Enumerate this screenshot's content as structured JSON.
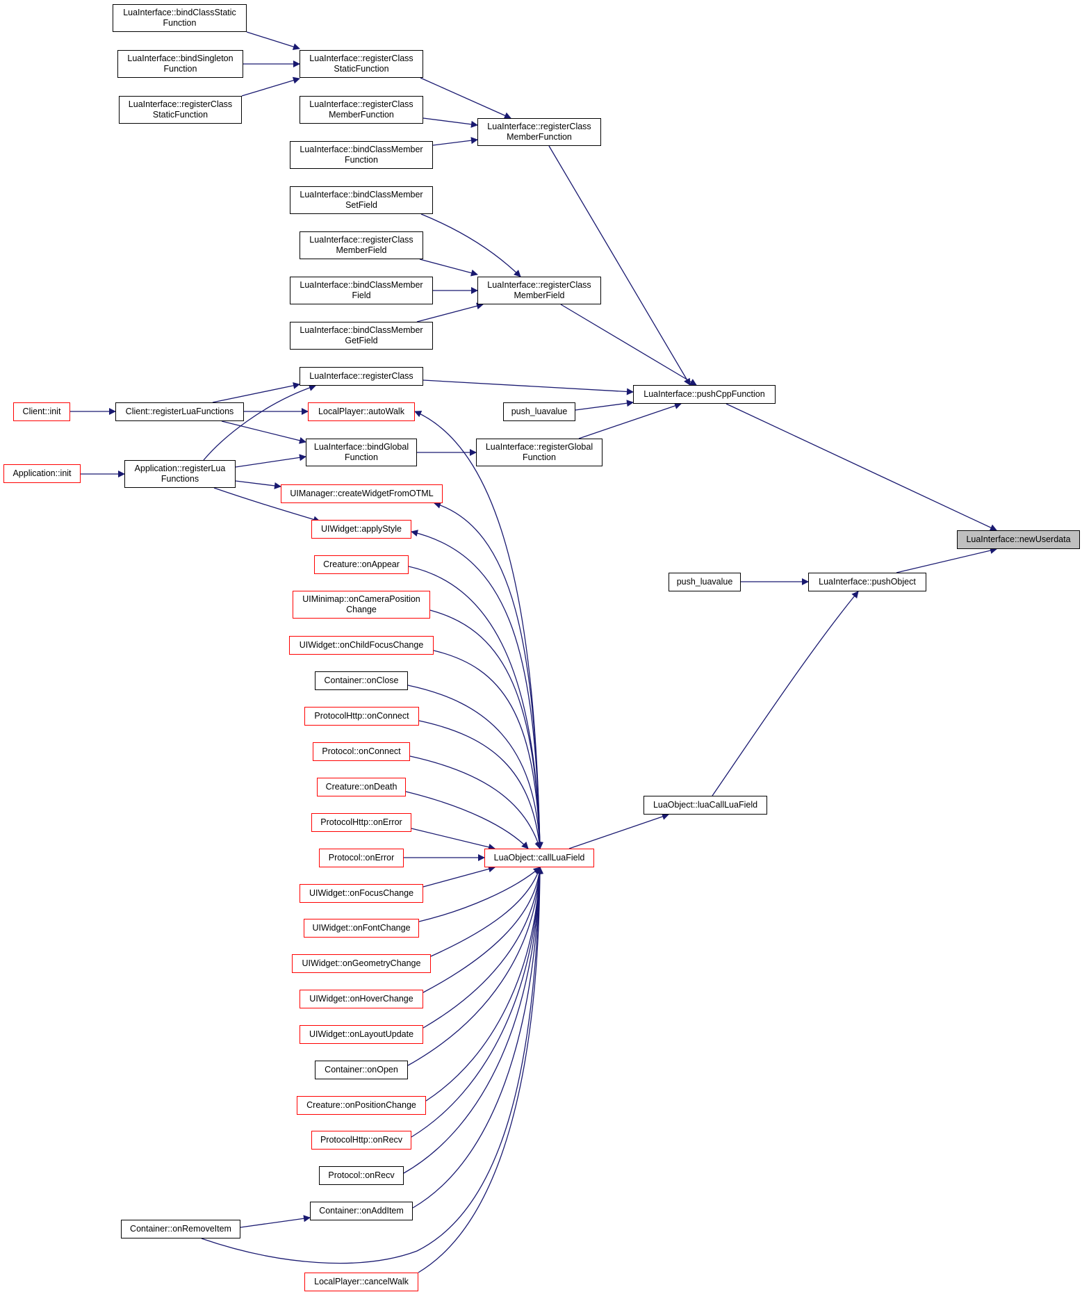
{
  "colors": {
    "edge": "#191970",
    "node_border": "#000000",
    "node_border_incomplete": "#ff0000",
    "focus_fill": "#bfbfbf"
  },
  "nodes": {
    "newUserdata": "LuaInterface::newUserdata",
    "pushCppFunction": "LuaInterface::pushCppFunction",
    "pushObject": "LuaInterface::pushObject",
    "regClassMemberFunction": "LuaInterface::registerClass\nMemberFunction",
    "regClassMemberField": "LuaInterface::registerClass\nMemberField",
    "regClass": "LuaInterface::registerClass",
    "pushLuavalue1": "push_luavalue",
    "regGlobalFunction": "LuaInterface::registerGlobal\nFunction",
    "pushLuavalue2": "push_luavalue",
    "luaCallLuaField": "LuaObject::luaCallLuaField",
    "callLuaField": "LuaObject::callLuaField",
    "regClassStaticFunction": "LuaInterface::registerClass\nStaticFunction",
    "bindClassStaticFunction": "LuaInterface::bindClassStatic\nFunction",
    "bindSingletonFunction": "LuaInterface::bindSingleton\nFunction",
    "regClassStaticFunction2": "LuaInterface::registerClass\nStaticFunction",
    "regClassMemberFunction2": "LuaInterface::registerClass\nMemberFunction",
    "bindClassMemberFunction": "LuaInterface::bindClassMember\nFunction",
    "bindClassMemberSetField": "LuaInterface::bindClassMember\nSetField",
    "regClassMemberField2": "LuaInterface::registerClass\nMemberField",
    "bindClassMemberField": "LuaInterface::bindClassMember\nField",
    "bindClassMemberGetField": "LuaInterface::bindClassMember\nGetField",
    "clientRegisterLuaFunctions": "Client::registerLuaFunctions",
    "clientInit": "Client::init",
    "appRegisterLuaFunctions": "Application::registerLua\nFunctions",
    "appInit": "Application::init",
    "localPlayerAutoWalk": "LocalPlayer::autoWalk",
    "bindGlobalFunction": "LuaInterface::bindGlobal\nFunction",
    "createWidgetFromOTML": "UIManager::createWidgetFromOTML",
    "applyStyle": "UIWidget::applyStyle",
    "onAppear": "Creature::onAppear",
    "onCameraPositionChange": "UIMinimap::onCameraPosition\nChange",
    "onChildFocusChange": "UIWidget::onChildFocusChange",
    "containerOnClose": "Container::onClose",
    "httpOnConnect": "ProtocolHttp::onConnect",
    "protocolOnConnect": "Protocol::onConnect",
    "onDeath": "Creature::onDeath",
    "httpOnError": "ProtocolHttp::onError",
    "protocolOnError": "Protocol::onError",
    "onFocusChange": "UIWidget::onFocusChange",
    "onFontChange": "UIWidget::onFontChange",
    "onGeometryChange": "UIWidget::onGeometryChange",
    "onHoverChange": "UIWidget::onHoverChange",
    "onLayoutUpdate": "UIWidget::onLayoutUpdate",
    "containerOnOpen": "Container::onOpen",
    "onPositionChange": "Creature::onPositionChange",
    "httpOnRecv": "ProtocolHttp::onRecv",
    "protocolOnRecv": "Protocol::onRecv",
    "containerOnAddItem": "Container::onAddItem",
    "containerOnRemoveItem": "Container::onRemoveItem",
    "cancelWalk": "LocalPlayer::cancelWalk"
  }
}
